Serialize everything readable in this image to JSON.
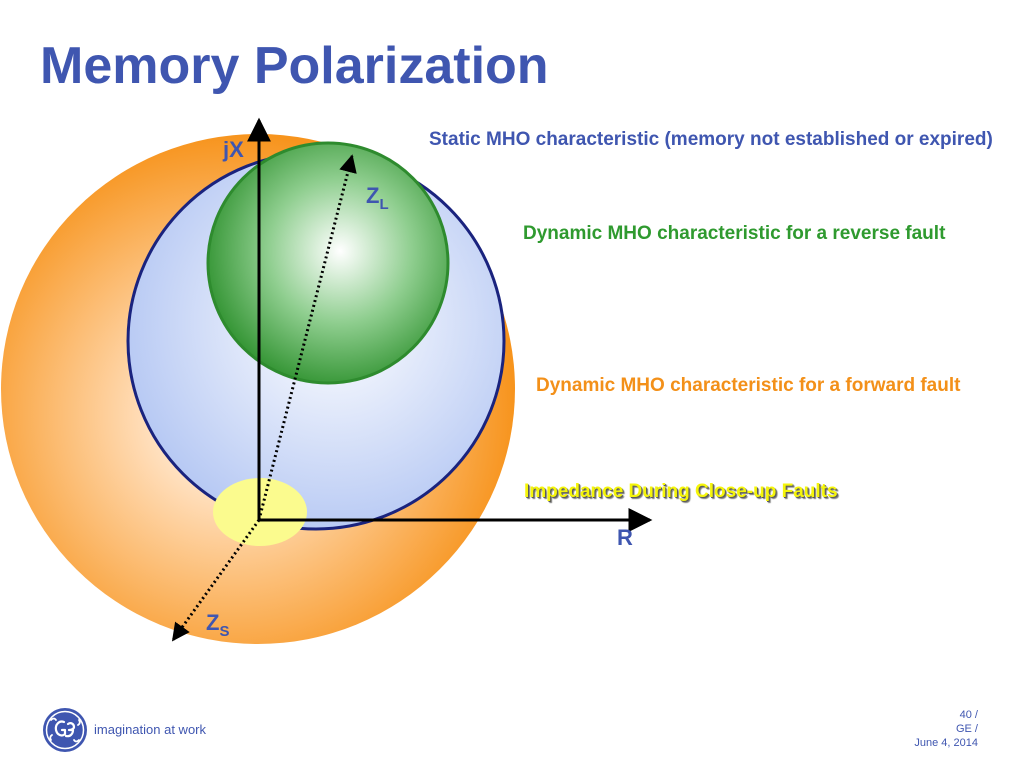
{
  "slide": {
    "title": "Memory Polarization"
  },
  "diagram": {
    "axes": {
      "y_label": "jX",
      "x_label": "R"
    },
    "vectors": {
      "zl_main": "Z",
      "zl_sub": "L",
      "zs_main": "Z",
      "zs_sub": "S"
    },
    "legend": {
      "static": "Static MHO characteristic (memory not established or expired)",
      "reverse": "Dynamic MHO characteristic for a reverse fault",
      "forward": "Dynamic MHO characteristic for a forward fault",
      "closeup": "Impedance During Close-up Faults"
    },
    "colors": {
      "title": "#3f56b0",
      "static": "#3f56b0",
      "reverse": "#2f9a2f",
      "forward": "#f39019",
      "closeup": "#f5f50a"
    }
  },
  "footer": {
    "tagline": "imagination at work",
    "logo_icon": "ge-logo-icon",
    "page": "40 /",
    "company": "GE /",
    "date": "June 4, 2014"
  }
}
